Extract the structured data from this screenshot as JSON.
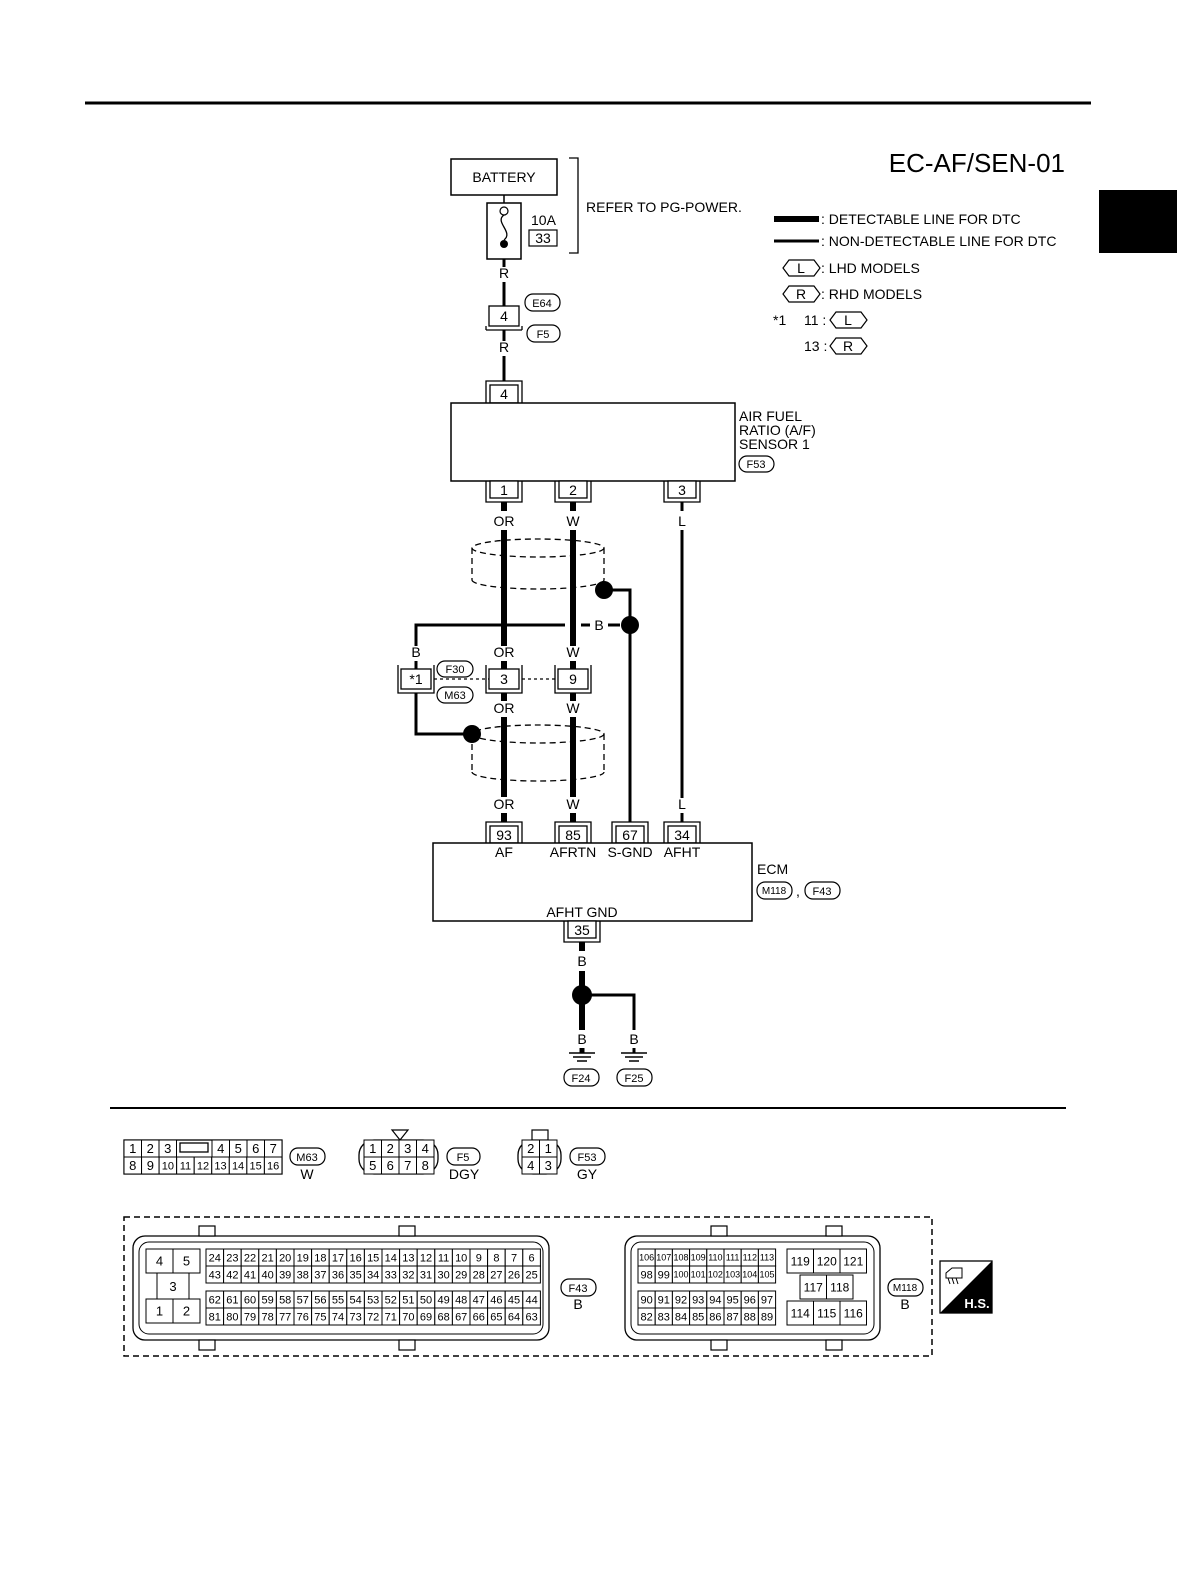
{
  "title": "EC-AF/SEN-01",
  "battery": {
    "label": "BATTERY",
    "fuse_rating": "10A",
    "fuse_no": "33",
    "refer": "REFER TO PG-POWER."
  },
  "legend": {
    "detectable": ": DETECTABLE LINE FOR DTC",
    "non_detectable": ": NON-DETECTABLE LINE FOR DTC",
    "lhd_code": "L",
    "lhd": ": LHD MODELS",
    "rhd_code": "R",
    "rhd": ": RHD MODELS",
    "note_mark": "*1",
    "note_line1": "11 :",
    "note_line1_code": "L",
    "note_line2": "13 :",
    "note_line2_code": "R"
  },
  "power": {
    "wire_r1": "R",
    "wire_r2": "R",
    "joint_pin": "4",
    "joint_conn_top": "E64",
    "joint_conn_bottom": "F5",
    "sensor_power_pin": "4"
  },
  "sensor": {
    "name_line1": "AIR FUEL",
    "name_line2": "RATIO (A/F)",
    "name_line3": "SENSOR 1",
    "connector": "F53",
    "pins": [
      "1",
      "2",
      "3"
    ],
    "wires": [
      "OR",
      "W",
      "L"
    ]
  },
  "harness": {
    "shield_wire": "B",
    "left_wire": "B",
    "star_pin": "*1",
    "conn_top": "F30",
    "conn_bottom": "M63",
    "pins": [
      "3",
      "9"
    ],
    "wire_or_a": "OR",
    "wire_w_a": "W",
    "wire_or_b": "OR",
    "wire_w_b": "W",
    "wire_or_c": "OR",
    "wire_w_c": "W",
    "wire_l_lower": "L"
  },
  "ecm": {
    "label": "ECM",
    "connectors": [
      "M118",
      "F43"
    ],
    "separator": ",",
    "pins": [
      "93",
      "85",
      "67",
      "34"
    ],
    "terminals": [
      "AF",
      "AFRTN",
      "S-GND",
      "AFHT"
    ],
    "gnd_label": "AFHT GND",
    "gnd_pin": "35"
  },
  "ground": {
    "wire_top": "B",
    "wire_left": "B",
    "wire_right": "B",
    "grounds": [
      "F24",
      "F25"
    ]
  },
  "connector_views": {
    "m63": {
      "code": "M63",
      "color": "W",
      "top_row_left": [
        "1",
        "2",
        "3"
      ],
      "top_row_right": [
        "4",
        "5",
        "6",
        "7"
      ],
      "bottom_row": [
        "8",
        "9",
        "10",
        "11",
        "12",
        "13",
        "14",
        "15",
        "16"
      ]
    },
    "f5": {
      "code": "F5",
      "color": "DGY",
      "top_row": [
        "1",
        "2",
        "3",
        "4"
      ],
      "bottom_row": [
        "5",
        "6",
        "7",
        "8"
      ]
    },
    "f53": {
      "code": "F53",
      "color": "GY",
      "top_row": [
        "2",
        "1"
      ],
      "bottom_row": [
        "4",
        "3"
      ]
    },
    "f43": {
      "code": "F43",
      "color": "B",
      "block_top": [
        "4",
        "5"
      ],
      "block_mid": "3",
      "block_bottom": [
        "1",
        "2"
      ],
      "row1": [
        "24",
        "23",
        "22",
        "21",
        "20",
        "19",
        "18",
        "17",
        "16",
        "15",
        "14",
        "13",
        "12",
        "11",
        "10",
        "9",
        "8",
        "7",
        "6"
      ],
      "row2": [
        "43",
        "42",
        "41",
        "40",
        "39",
        "38",
        "37",
        "36",
        "35",
        "34",
        "33",
        "32",
        "31",
        "30",
        "29",
        "28",
        "27",
        "26",
        "25"
      ],
      "row3": [
        "62",
        "61",
        "60",
        "59",
        "58",
        "57",
        "56",
        "55",
        "54",
        "53",
        "52",
        "51",
        "50",
        "49",
        "48",
        "47",
        "46",
        "45",
        "44"
      ],
      "row4": [
        "81",
        "80",
        "79",
        "78",
        "77",
        "76",
        "75",
        "74",
        "73",
        "72",
        "71",
        "70",
        "69",
        "68",
        "67",
        "66",
        "65",
        "64",
        "63"
      ]
    },
    "m118": {
      "code": "M118",
      "color": "B",
      "row1": [
        "106",
        "107",
        "108",
        "109",
        "110",
        "111",
        "112",
        "113"
      ],
      "row2": [
        "98",
        "99",
        "100",
        "101",
        "102",
        "103",
        "104",
        "105"
      ],
      "row3": [
        "90",
        "91",
        "92",
        "93",
        "94",
        "95",
        "96",
        "97"
      ],
      "row4": [
        "82",
        "83",
        "84",
        "85",
        "86",
        "87",
        "88",
        "89"
      ],
      "right_top": [
        "119",
        "120",
        "121"
      ],
      "right_mid": [
        "117",
        "118"
      ],
      "right_bottom": [
        "114",
        "115",
        "116"
      ]
    }
  },
  "hs_badge": "H.S."
}
